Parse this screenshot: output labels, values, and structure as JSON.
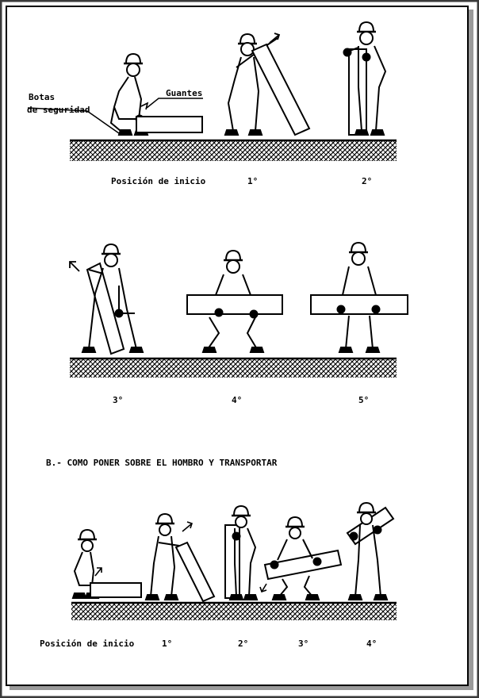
{
  "row1": {
    "callouts": {
      "boots": [
        "Botas",
        "de seguridad"
      ],
      "gloves": "Guantes"
    },
    "labels": [
      "Posición de inicio",
      "1°",
      "2°"
    ]
  },
  "row2": {
    "labels": [
      "3°",
      "4°",
      "5°"
    ]
  },
  "section_b": {
    "title": "B.- COMO PONER SOBRE EL HOMBRO Y TRANSPORTAR",
    "labels": [
      "Posición de inicio",
      "1°",
      "2°",
      "3°",
      "4°"
    ]
  },
  "colors": {
    "border_outer": "#3a3a3a",
    "border_inner": "#b0b0b0",
    "ink": "#000000",
    "paper": "#ffffff"
  }
}
